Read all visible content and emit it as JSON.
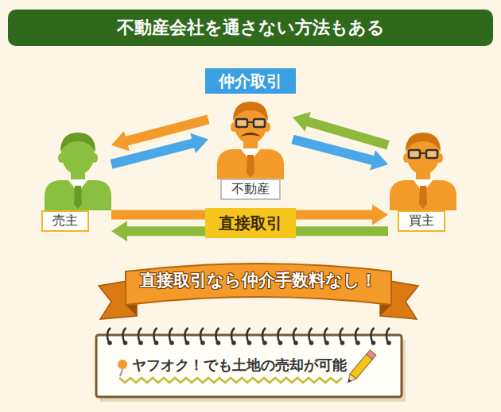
{
  "diagram": {
    "title": "不動産会社を通さない方法もある",
    "nodes": [
      {
        "text": [
          "仲介取引"
        ]
      },
      {
        "text": [
          "不動産"
        ]
      },
      {
        "text": [
          "売主"
        ]
      },
      {
        "text": [
          "直接取引"
        ]
      },
      {
        "text": [
          "買主"
        ]
      },
      {
        "text": [
          "直接取引なら仲介手数料なし！"
        ]
      },
      {
        "text": [
          "ヤフオク！でも土地の売却が可能"
        ]
      }
    ],
    "edges": [
      {
        "from": 1,
        "to": 2,
        "arrow": "to"
      },
      {
        "from": 2,
        "to": 1,
        "arrow": "to"
      },
      {
        "from": 4,
        "to": 1,
        "arrow": "to"
      },
      {
        "from": 1,
        "to": 4,
        "arrow": "to"
      },
      {
        "from": 2,
        "to": 4,
        "arrow": "to"
      },
      {
        "from": 4,
        "to": 2,
        "arrow": "to"
      }
    ]
  }
}
